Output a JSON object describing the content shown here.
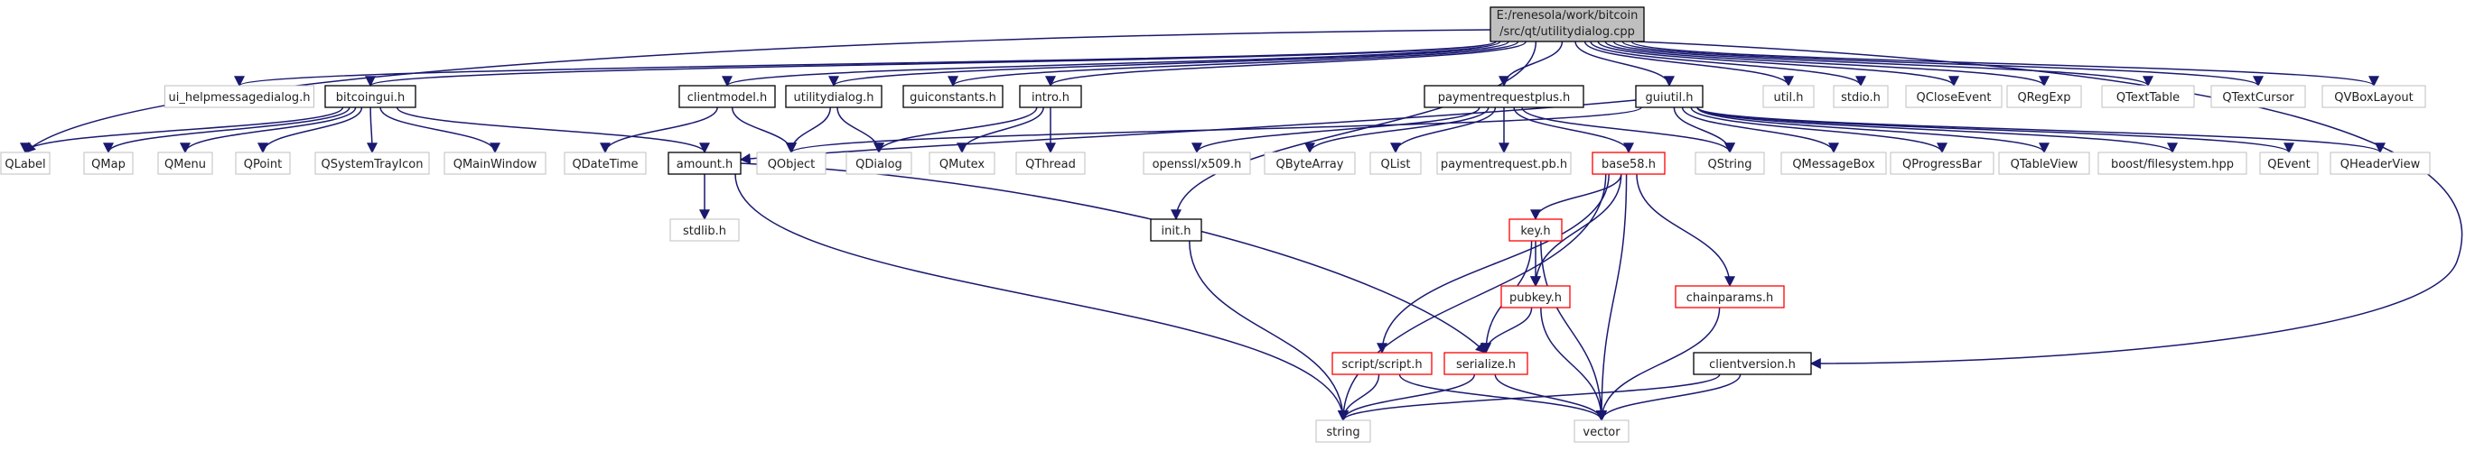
{
  "diagram": {
    "root": {
      "line1": "E:/renesola/work/bitcoin",
      "line2": "/src/qt/utilitydialog.cpp"
    },
    "styles": {
      "root": {
        "fill": "#bfbfbf",
        "stroke": "#000000"
      },
      "local": {
        "fill": "#ffffff",
        "stroke": "#000000"
      },
      "system": {
        "fill": "#ffffff",
        "stroke": "#bfbfbf"
      },
      "linked": {
        "fill": "#ffffff",
        "stroke": "#ff0000"
      }
    },
    "edge_color": "#191970",
    "nodes": {
      "ui_help": "ui_helpmessagedialog.h",
      "bitcoingui": "bitcoingui.h",
      "clientmodel": "clientmodel.h",
      "utilitydialog": "utilitydialog.h",
      "guiconstants": "guiconstants.h",
      "intro": "intro.h",
      "paymentrequestplus": "paymentrequestplus.h",
      "guiutil": "guiutil.h",
      "util": "util.h",
      "stdio": "stdio.h",
      "QCloseEvent": "QCloseEvent",
      "QRegExp": "QRegExp",
      "QTextTable": "QTextTable",
      "QTextCursor": "QTextCursor",
      "QVBoxLayout": "QVBoxLayout",
      "QLabel": "QLabel",
      "QMap": "QMap",
      "QMenu": "QMenu",
      "QPoint": "QPoint",
      "QSystemTrayIcon": "QSystemTrayIcon",
      "QMainWindow": "QMainWindow",
      "QDateTime": "QDateTime",
      "amount": "amount.h",
      "QObject": "QObject",
      "QDialog": "QDialog",
      "QMutex": "QMutex",
      "QThread": "QThread",
      "openssl": "openssl/x509.h",
      "QByteArray": "QByteArray",
      "QList": "QList",
      "paymentrequestpb": "paymentrequest.pb.h",
      "base58": "base58.h",
      "QString": "QString",
      "QMessageBox": "QMessageBox",
      "QProgressBar": "QProgressBar",
      "QTableView": "QTableView",
      "boostfs": "boost/filesystem.hpp",
      "QEvent": "QEvent",
      "QHeaderView": "QHeaderView",
      "stdlib": "stdlib.h",
      "init": "init.h",
      "key": "key.h",
      "pubkey": "pubkey.h",
      "chainparams": "chainparams.h",
      "script": "script/script.h",
      "serialize": "serialize.h",
      "clientversion": "clientversion.h",
      "string": "string",
      "vector": "vector"
    }
  }
}
